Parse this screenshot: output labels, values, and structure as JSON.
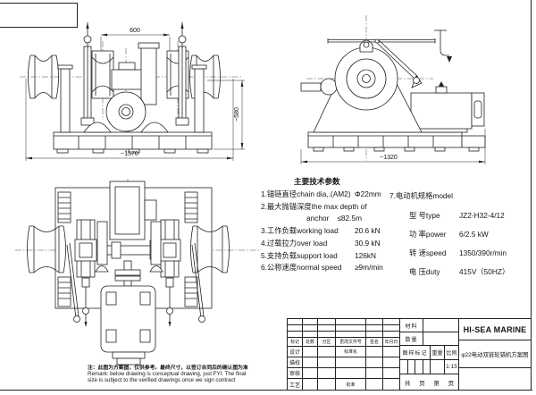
{
  "views": {
    "front": {
      "dim_top": "600",
      "dim_bottom": "~1570",
      "dim_right": "~580"
    },
    "side": {
      "dim_bottom": "~1320"
    }
  },
  "specs": {
    "heading": "主要技术参数",
    "items": [
      {
        "label": "1.锚链直径chain dia,.(AM2)",
        "value": "Φ22mm"
      },
      {
        "label": "2.最大抛锚深度the max depth of",
        "value": ""
      },
      {
        "label": "anchor",
        "value": "≤82.5m"
      },
      {
        "label": "3.工作负载working load",
        "value": "20.6 kN"
      },
      {
        "label": "4.过载拉力over load",
        "value": "30.9 kN"
      },
      {
        "label": "5.支持负载support load",
        "value": "126kN"
      },
      {
        "label": "6.公称速度normal speed",
        "value": "≥9m/min"
      }
    ],
    "motor": {
      "heading": "7.电动机规格model",
      "rows": [
        {
          "label": "型 号type",
          "value": "JZ2-H32-4/12"
        },
        {
          "label": "功 率power",
          "value": "6/2.5 kW"
        },
        {
          "label": "转 速speed",
          "value": "1350/390r/min"
        },
        {
          "label": "电 压duty",
          "value": "415V（50HZ）"
        }
      ]
    }
  },
  "remark": {
    "cn": "注：此图为方案图，仅供参考。最终尺寸，以签订合同后的确认图为准",
    "en_line1": "Remark: below drawing is conceptual drawing, just FYI. The final",
    "en_line2": "size is subject to the verified drawings once we sign contract"
  },
  "titleblock": {
    "company": "HI-SEA MARINE",
    "drawing_title": "φ22电动双链轮锚机方案图",
    "material_label": "材料",
    "quantity_label": "数量",
    "mark_label": "图样标记",
    "weight_label": "重量",
    "scale_label": "比例",
    "scale_value": "1:15",
    "sheet_words": [
      "共",
      "页",
      "第",
      "页"
    ],
    "rev_headers": [
      "标记",
      "处数",
      "分区",
      "更改文件号",
      "签名",
      "年月日"
    ],
    "row_labels": {
      "design": "设计",
      "trace": "描校",
      "check": "审核",
      "process": "工艺",
      "standard": "标准化",
      "approve": "批准"
    }
  }
}
